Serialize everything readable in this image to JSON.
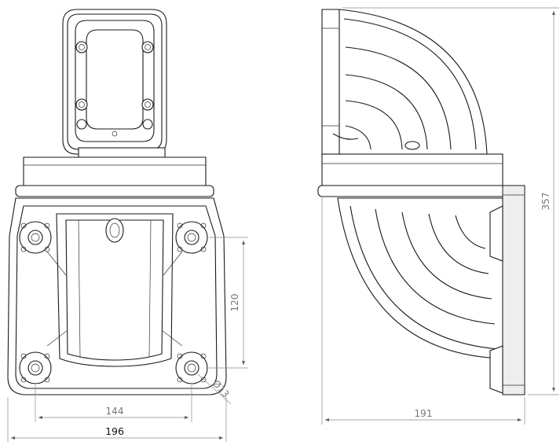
{
  "dimensions": {
    "front_inner_width": "144",
    "front_total_width": "196",
    "hole_spacing_vertical": "120",
    "hole_diameter": "Ø13",
    "side_depth": "191",
    "total_height": "357"
  },
  "colors": {
    "line": "#1a1a1a",
    "dimension_line": "#8a8a8a",
    "dimension_text": "#777777",
    "fill": "#ffffff",
    "shade": "#eeeeee"
  }
}
